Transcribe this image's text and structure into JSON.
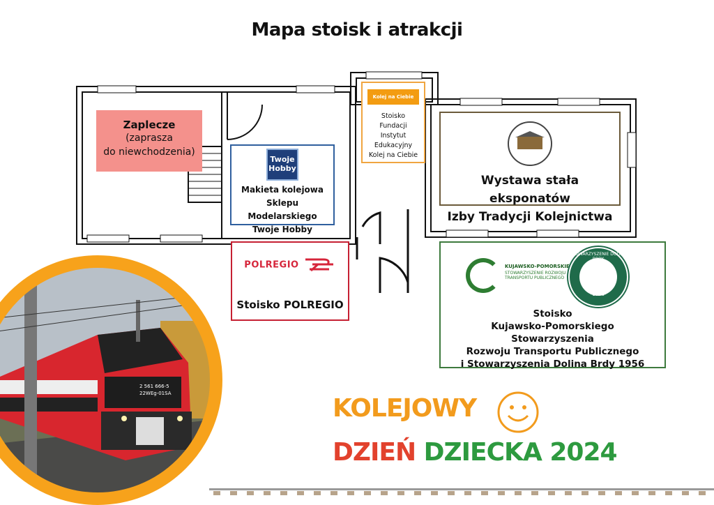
{
  "title": "Mapa stoisk i atrakcji",
  "rooms": {
    "zaplecze": {
      "heading": "Zaplecze",
      "line1": "(zaprasza",
      "line2": "do niewchodzenia)"
    },
    "twoje_hobby": {
      "logo_line1": "Twoje",
      "logo_line2": "Hobby",
      "line1": "Makieta kolejowa",
      "line2": "Sklepu Modelarskiego",
      "line3": "Twoje Hobby"
    },
    "fundacja": {
      "logo_text": "Kolej na Ciebie",
      "line1": "Stoisko",
      "line2": "Fundacji",
      "line3": "Instytut Edukacyjny",
      "line4": "Kolej na Ciebie"
    },
    "wystawa": {
      "line1": "Wystawa stała eksponatów",
      "line2": "Izby Tradycji Kolejnictwa"
    },
    "polregio": {
      "logo_text": "POLREGIO",
      "label": "Stoisko POLREGIO"
    },
    "kujawsko": {
      "logo1_title": "KUJAWSKO-POMORSKIE",
      "logo1_sub1": "STOWARZYSZENIE ROZWOJU",
      "logo1_sub2": "TRANSPORTU PUBLICZNEGO",
      "logo2_name": "STOWARZYSZENIE DOLINA BRDY",
      "logo2_year": "-1956-",
      "line1": "Stoisko",
      "line2": "Kujawsko-Pomorskiego",
      "line3": "Stowarzyszenia",
      "line4": "Rozwoju Transportu Publicznego",
      "line5": "i Stowarzyszenia Dolina Brdy 1956"
    }
  },
  "event": {
    "word1": "KOLEJOWY",
    "word2": "DZIEŃ",
    "word3": "DZIECKA 2024"
  },
  "train": {
    "number": "2 561 666-5",
    "code": "22WEg-01SA"
  },
  "colors": {
    "orange": "#f29b1d",
    "red": "#e2422d",
    "green": "#2d9a3f",
    "pink": "#f4918c"
  }
}
